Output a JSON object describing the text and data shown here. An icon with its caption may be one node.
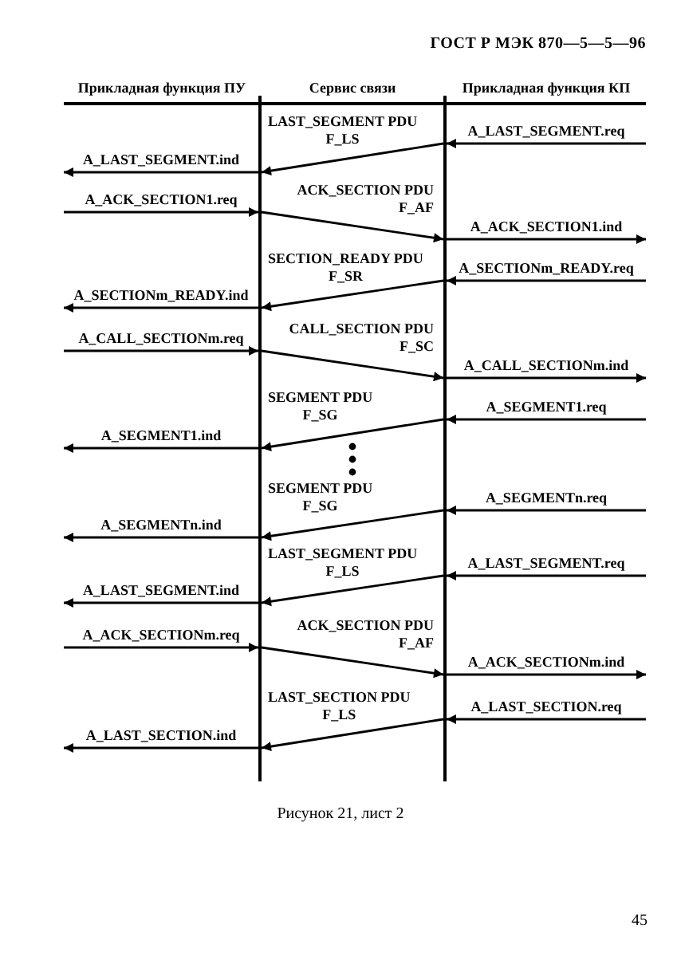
{
  "diagram": {
    "caption": "Рисунок 21, лист 2",
    "nodes": [
      {
        "text": [],
        "shape": "bar"
      },
      {
        "text": [],
        "shape": "bar"
      }
    ],
    "edges": [
      {
        "from": null,
        "to": 1,
        "arrow": "to",
        "label": "A_LAST_SEGMENT.req"
      },
      {
        "from": 1,
        "to": 0,
        "arrow": "to",
        "label": "LAST_SEGMENT PDU F_LS"
      },
      {
        "from": 0,
        "to": null,
        "arrow": "to",
        "label": "A_LAST_SEGMENT.ind"
      },
      {
        "from": null,
        "to": 0,
        "arrow": "to",
        "label": "A_ACK_SECTION1.req"
      },
      {
        "from": 0,
        "to": 1,
        "arrow": "to",
        "label": "ACK_SECTION PDU F_AF"
      },
      {
        "from": 1,
        "to": null,
        "arrow": "to",
        "label": "A_ACK_SECTION1.ind"
      },
      {
        "from": null,
        "to": 1,
        "arrow": "to",
        "label": "A_SECTIONm_READY.req"
      },
      {
        "from": 1,
        "to": 0,
        "arrow": "to",
        "label": "SECTION_READY PDU F_SR"
      },
      {
        "from": 0,
        "to": null,
        "arrow": "to",
        "label": "A_SECTIONm_READY.ind"
      },
      {
        "from": null,
        "to": 0,
        "arrow": "to",
        "label": "A_CALL_SECTIONm.req"
      },
      {
        "from": 0,
        "to": 1,
        "arrow": "to",
        "label": "CALL_SECTION PDU F_SC"
      },
      {
        "from": 1,
        "to": null,
        "arrow": "to",
        "label": "A_CALL_SECTIONm.ind"
      },
      {
        "from": null,
        "to": 1,
        "arrow": "to",
        "label": "A_SEGMENT1.req"
      },
      {
        "from": 1,
        "to": 0,
        "arrow": "to",
        "label": "SEGMENT PDU F_SG"
      },
      {
        "from": 0,
        "to": null,
        "arrow": "to",
        "label": "A_SEGMENT1.ind"
      },
      {
        "from": null,
        "to": 1,
        "arrow": "to",
        "label": "A_SEGMENTn.req"
      },
      {
        "from": 1,
        "to": 0,
        "arrow": "to",
        "label": "SEGMENT PDU F_SG"
      },
      {
        "from": 0,
        "to": null,
        "arrow": "to",
        "label": "A_SEGMENTn.ind"
      },
      {
        "from": null,
        "to": 1,
        "arrow": "to",
        "label": "A_LAST_SEGMENT.req"
      },
      {
        "from": 1,
        "to": 0,
        "arrow": "to",
        "label": "LAST_SEGMENT PDU F_LS"
      },
      {
        "from": 0,
        "to": null,
        "arrow": "to",
        "label": "A_LAST_SEGMENT.ind"
      },
      {
        "from": null,
        "to": 0,
        "arrow": "to",
        "label": "A_ACK_SECTIONm.req"
      },
      {
        "from": 0,
        "to": 1,
        "arrow": "to",
        "label": "ACK_SECTION PDU F_AF"
      },
      {
        "from": 1,
        "to": null,
        "arrow": "to",
        "label": "A_ACK_SECTIONm.ind"
      },
      {
        "from": null,
        "to": 1,
        "arrow": "to",
        "label": "A_LAST_SECTION.req"
      },
      {
        "from": 1,
        "to": 0,
        "arrow": "to",
        "label": "LAST_SECTION PDU F_LS"
      },
      {
        "from": 0,
        "to": null,
        "arrow": "to",
        "label": "A_LAST_SECTION.ind"
      }
    ],
    "labels": [
      "ГОСТ Р МЭК 870—5—5—96",
      "Прикладная функция ПУ",
      "Сервис связи",
      "Прикладная функция КП",
      "45"
    ]
  }
}
